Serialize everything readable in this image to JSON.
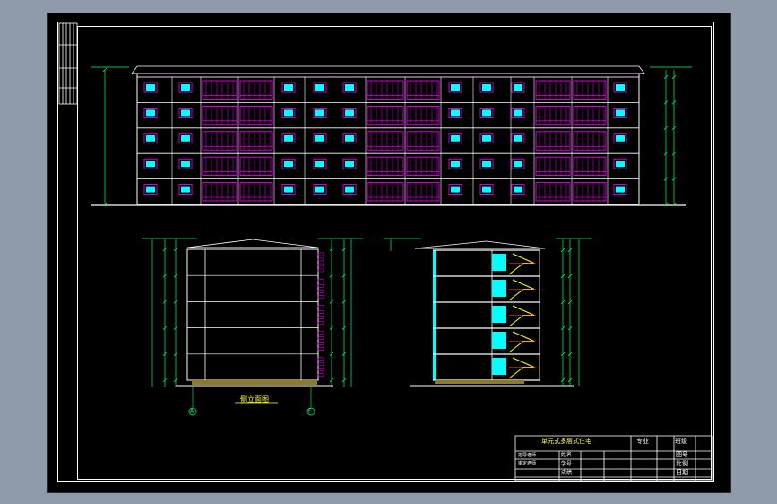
{
  "drawing": {
    "background": "#000000",
    "viewport_frame": "#8f9bab",
    "colors": {
      "wall": "#ffffff",
      "window_frame": "#ff00ff",
      "glass": "#00ffff",
      "dimension": "#00ff66",
      "stair": "#ffff00",
      "label": "#ffff33"
    },
    "views": {
      "front_elevation": {
        "floors": 5,
        "unit_bays": 7
      },
      "side_elevation": {
        "title": "侧立面图",
        "axis_left": "A",
        "axis_right": "F"
      },
      "section": {
        "floors": 5
      }
    }
  },
  "title_block": {
    "project_title": "单元式多层式住宅",
    "major_label": "专业",
    "class_label": "班级",
    "drawing_no_label": "图号",
    "scale_label": "比例",
    "date_label": "日期",
    "name_label": "姓名",
    "student_no_label": "学号",
    "score_label": "成绩",
    "row_label_1": "指导老师",
    "row_label_2": "审定老师"
  }
}
